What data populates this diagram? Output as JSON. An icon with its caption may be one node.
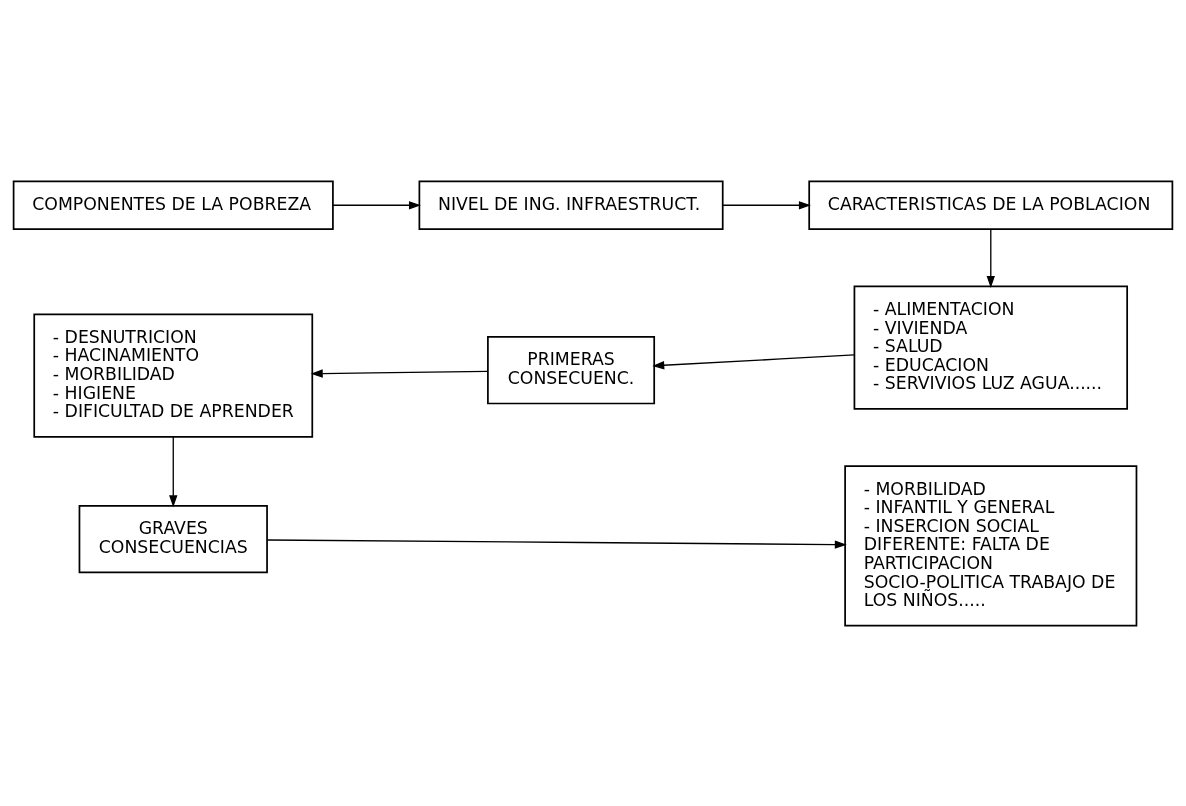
{
  "diagram": {
    "nodes": [
      {
        "text": [
          "COMPONENTES DE LA POBREZA"
        ]
      },
      {
        "text": [
          "NIVEL DE ING. INFRAESTRUCT."
        ]
      },
      {
        "text": [
          "CARACTERISTICAS DE LA POBLACION"
        ]
      },
      {
        "text": [
          "- ALIMENTACION",
          "- VIVIENDA",
          "- SALUD",
          "- EDUCACION",
          "- SERVIVIOS LUZ AGUA......"
        ]
      },
      {
        "text": [
          "PRIMERAS",
          "CONSECUENC."
        ]
      },
      {
        "text": [
          "- DESNUTRICION",
          "- HACINAMIENTO",
          "- MORBILIDAD",
          "- HIGIENE",
          "- DIFICULTAD DE APRENDER"
        ]
      },
      {
        "text": [
          "GRAVES",
          "CONSECUENCIAS"
        ]
      },
      {
        "text": [
          "- MORBILIDAD",
          "- INFANTIL Y GENERAL",
          "- INSERCION SOCIAL DIFERENTE: FALTA DE PARTICIPACION SOCIO-POLITICA TRABAJO DE LOS NIÑOS....."
        ]
      }
    ],
    "edges": [
      {
        "from": 0,
        "to": 1,
        "arrow": "to"
      },
      {
        "from": 1,
        "to": 2,
        "arrow": "to"
      },
      {
        "from": 2,
        "to": 3,
        "arrow": "to"
      },
      {
        "from": 3,
        "to": 4,
        "arrow": "to"
      },
      {
        "from": 4,
        "to": 5,
        "arrow": "to"
      },
      {
        "from": 5,
        "to": 6,
        "arrow": "to"
      },
      {
        "from": 6,
        "to": 7,
        "arrow": "to"
      }
    ]
  }
}
